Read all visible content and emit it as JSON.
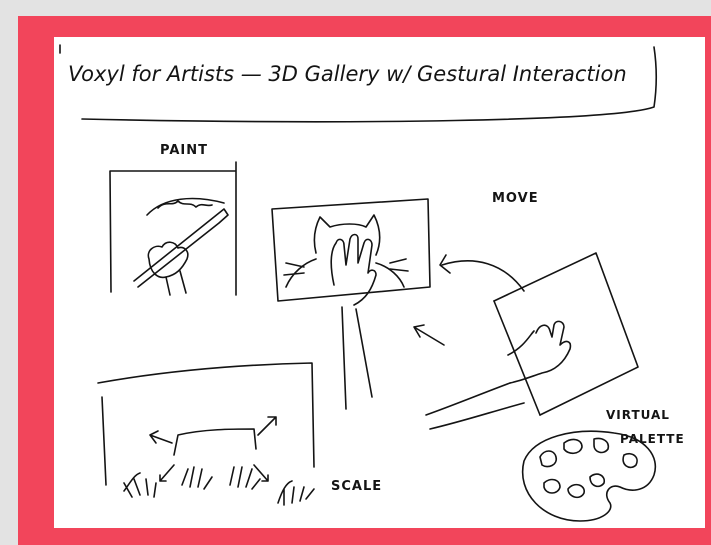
{
  "title": "Voxyl for Artists — 3D Gallery w/ Gestural Interaction",
  "labels": {
    "paint": "PAINT",
    "move": "MOVE",
    "scale": "SCALE",
    "virtual_palette_line1": "VIRTUAL",
    "virtual_palette_line2": "PALETTE"
  },
  "colors": {
    "frame": "#f2455b",
    "paper": "#ffffff",
    "background": "#e3e3e3",
    "ink": "#141414"
  }
}
